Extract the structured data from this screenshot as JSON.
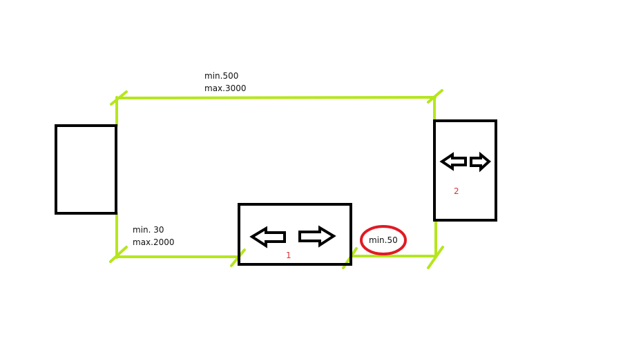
{
  "colors": {
    "dimension": "#b5e61d",
    "outline": "#000000",
    "highlight": "#e01b24",
    "label_number": "#e03030"
  },
  "labels": {
    "top_min": "min.500",
    "top_max": "max.3000",
    "left_min": "min. 30",
    "left_max": "max.2000",
    "gap_min": "min.50"
  },
  "boxes": {
    "box1_number": "1",
    "box2_number": "2"
  },
  "icons": [
    "arrow-left-icon",
    "arrow-right-icon"
  ]
}
